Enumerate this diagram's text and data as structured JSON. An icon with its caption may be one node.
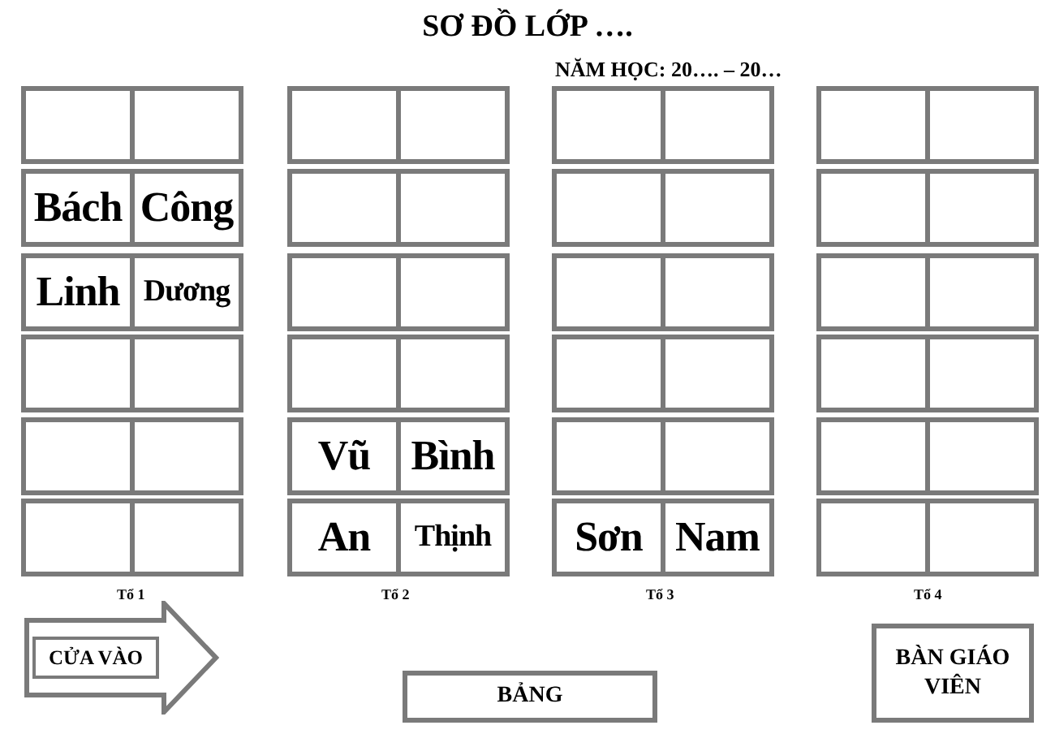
{
  "diagram": {
    "title": "SƠ ĐỒ LỚP ….",
    "nodes": [
      {
        "text": [],
        "shape": "box"
      },
      {
        "text": [],
        "shape": "box"
      },
      {
        "text": [],
        "shape": "box"
      },
      {
        "text": [],
        "shape": "box"
      },
      {
        "text": [],
        "shape": "box"
      },
      {
        "text": [],
        "shape": "box"
      },
      {
        "text": [],
        "shape": "box"
      },
      {
        "text": [],
        "shape": "box"
      },
      {
        "text": [
          "Bách"
        ]
      },
      {
        "text": [
          "Công"
        ]
      },
      {
        "text": [],
        "shape": "box"
      },
      {
        "text": [],
        "shape": "box"
      },
      {
        "text": [],
        "shape": "box"
      },
      {
        "text": [],
        "shape": "box"
      },
      {
        "text": [],
        "shape": "box"
      },
      {
        "text": [],
        "shape": "box"
      },
      {
        "text": [
          "Linh"
        ]
      },
      {
        "text": [
          "Dương"
        ]
      },
      {
        "text": [],
        "shape": "box"
      },
      {
        "text": [],
        "shape": "box"
      },
      {
        "text": [],
        "shape": "box"
      },
      {
        "text": [],
        "shape": "box"
      },
      {
        "text": [],
        "shape": "box"
      },
      {
        "text": [],
        "shape": "box"
      },
      {
        "text": [],
        "shape": "box"
      },
      {
        "text": [],
        "shape": "box"
      },
      {
        "text": [],
        "shape": "box"
      },
      {
        "text": [],
        "shape": "box"
      },
      {
        "text": [],
        "shape": "box"
      },
      {
        "text": [],
        "shape": "box"
      },
      {
        "text": [],
        "shape": "box"
      },
      {
        "text": [],
        "shape": "box"
      },
      {
        "text": [],
        "shape": "box"
      },
      {
        "text": [],
        "shape": "box"
      },
      {
        "text": [
          "Vũ"
        ]
      },
      {
        "text": [
          "Bình"
        ]
      },
      {
        "text": [],
        "shape": "box"
      },
      {
        "text": [],
        "shape": "box"
      },
      {
        "text": [],
        "shape": "box"
      },
      {
        "text": [],
        "shape": "box"
      },
      {
        "text": [],
        "shape": "box"
      },
      {
        "text": [],
        "shape": "box"
      },
      {
        "text": [
          "An"
        ]
      },
      {
        "text": [
          "Thịnh"
        ]
      },
      {
        "text": [
          "Sơn"
        ]
      },
      {
        "text": [
          "Nam"
        ]
      },
      {
        "text": [],
        "shape": "box"
      },
      {
        "text": [],
        "shape": "box"
      },
      {
        "text": [
          "CỬA VÀO"
        ]
      },
      {
        "text": [
          "BẢNG"
        ]
      },
      {
        "text": [
          "BÀN GIÁO VIÊN"
        ]
      }
    ],
    "labels": [
      "NĂM HỌC: 20…. – 20…",
      "Tổ 1",
      "Tổ 2",
      "Tổ 3",
      "Tổ 4"
    ]
  }
}
